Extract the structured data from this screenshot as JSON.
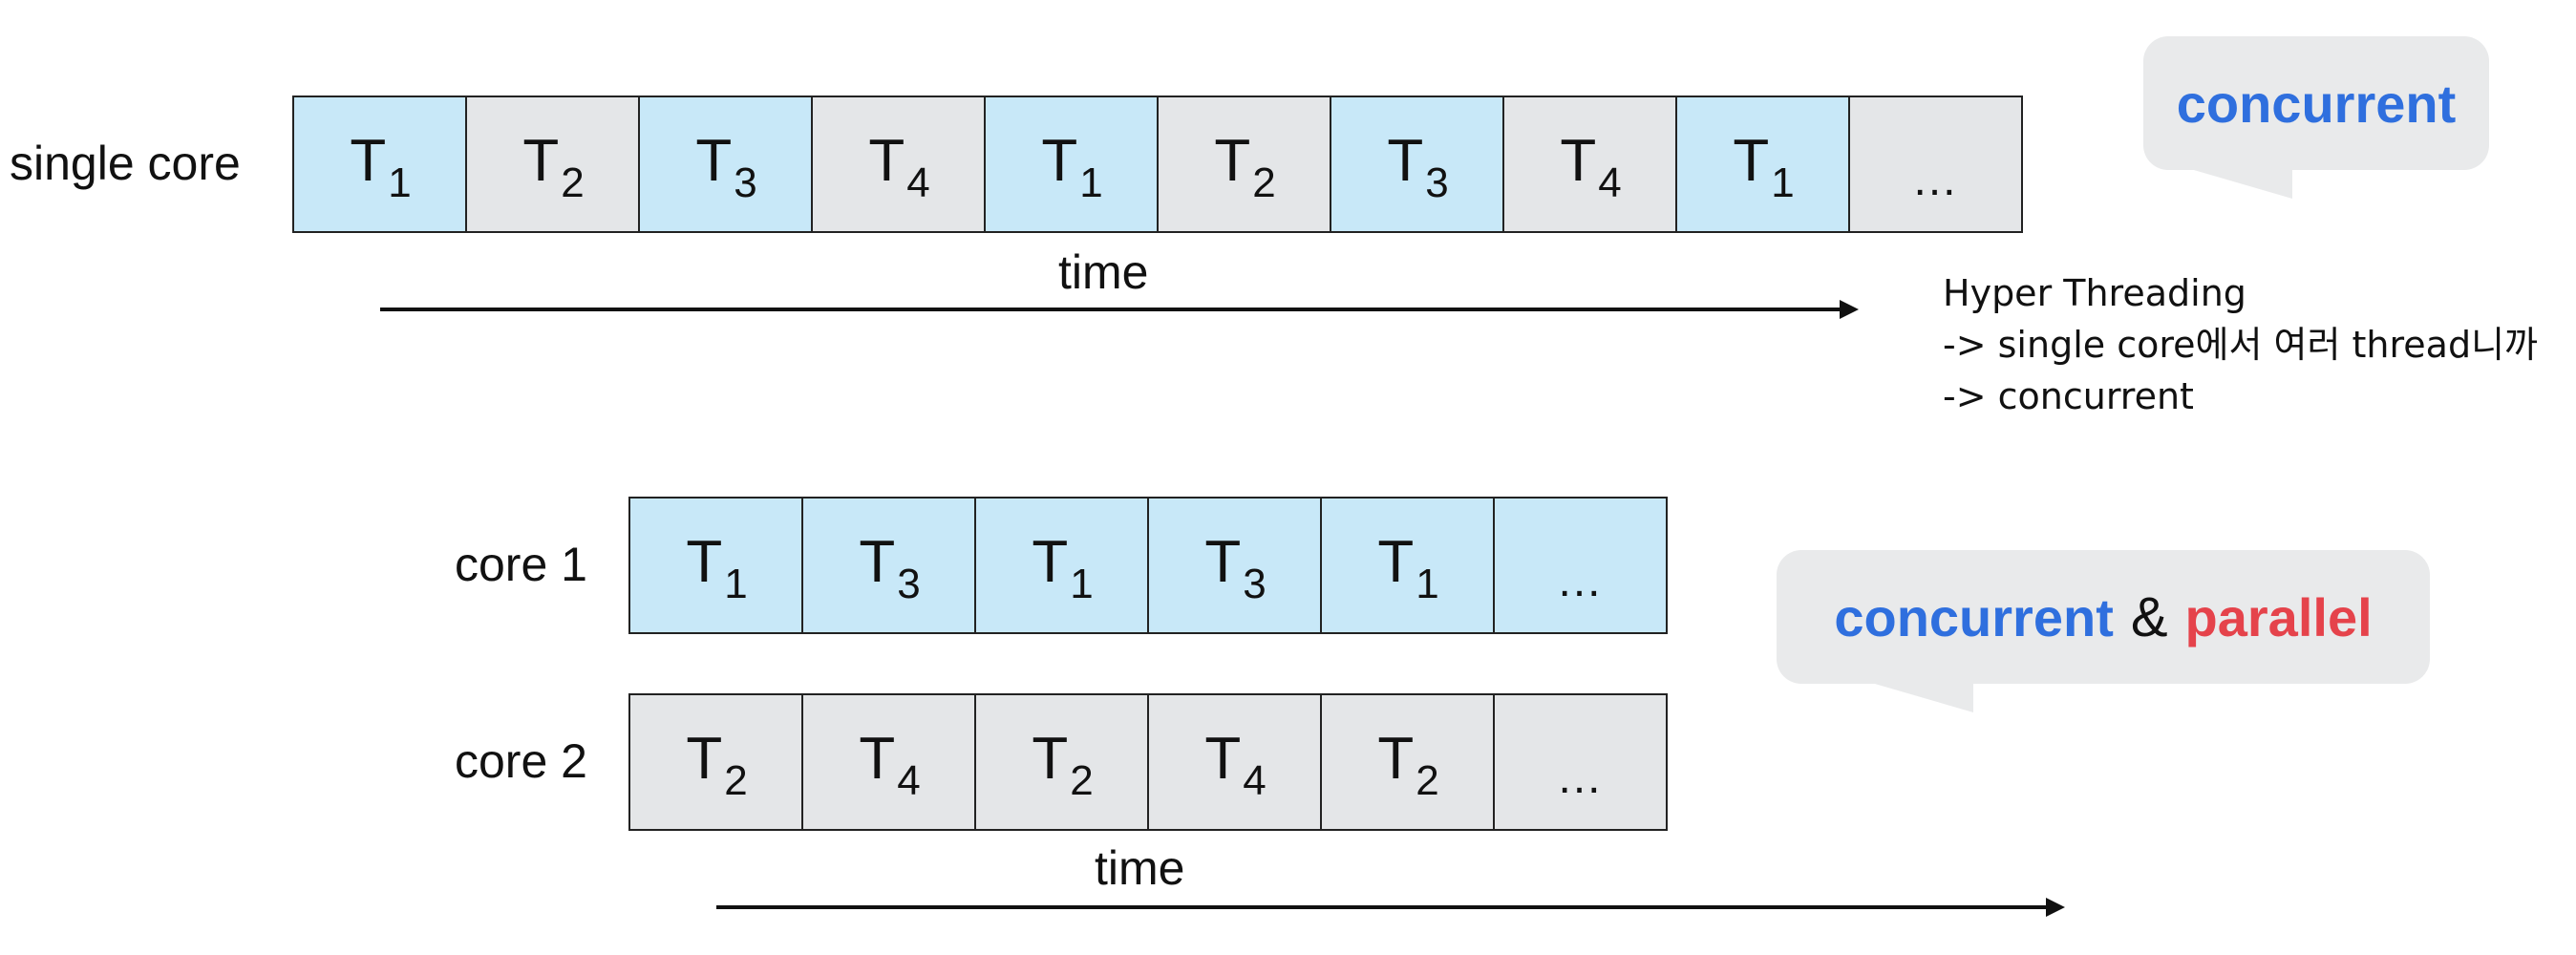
{
  "single_core": {
    "label": "single core",
    "tasks": [
      {
        "base": "T",
        "sub": "1",
        "color": "blue"
      },
      {
        "base": "T",
        "sub": "2",
        "color": "gray"
      },
      {
        "base": "T",
        "sub": "3",
        "color": "blue"
      },
      {
        "base": "T",
        "sub": "4",
        "color": "gray"
      },
      {
        "base": "T",
        "sub": "1",
        "color": "blue"
      },
      {
        "base": "T",
        "sub": "2",
        "color": "gray"
      },
      {
        "base": "T",
        "sub": "3",
        "color": "blue"
      },
      {
        "base": "T",
        "sub": "4",
        "color": "gray"
      },
      {
        "base": "T",
        "sub": "1",
        "color": "blue"
      },
      {
        "base": "...",
        "sub": "",
        "color": "gray"
      }
    ],
    "time_label": "time"
  },
  "multi_core": {
    "cores": [
      {
        "label": "core 1",
        "tasks": [
          {
            "base": "T",
            "sub": "1",
            "color": "blue"
          },
          {
            "base": "T",
            "sub": "3",
            "color": "blue"
          },
          {
            "base": "T",
            "sub": "1",
            "color": "blue"
          },
          {
            "base": "T",
            "sub": "3",
            "color": "blue"
          },
          {
            "base": "T",
            "sub": "1",
            "color": "blue"
          },
          {
            "base": "...",
            "sub": "",
            "color": "blue"
          }
        ]
      },
      {
        "label": "core 2",
        "tasks": [
          {
            "base": "T",
            "sub": "2",
            "color": "gray"
          },
          {
            "base": "T",
            "sub": "4",
            "color": "gray"
          },
          {
            "base": "T",
            "sub": "2",
            "color": "gray"
          },
          {
            "base": "T",
            "sub": "4",
            "color": "gray"
          },
          {
            "base": "T",
            "sub": "2",
            "color": "gray"
          },
          {
            "base": "...",
            "sub": "",
            "color": "gray"
          }
        ]
      }
    ],
    "time_label": "time"
  },
  "bubbles": {
    "top": {
      "text": "concurrent"
    },
    "bottom": {
      "concurrent": "concurrent",
      "amp": "&",
      "parallel": "parallel"
    }
  },
  "note": {
    "lines": [
      "Hyper Threading",
      "-> single core에서 여러 thread니까",
      "-> concurrent"
    ]
  },
  "colors": {
    "blue_cell": "#c8e8f8",
    "gray_cell": "#e4e6e8",
    "concurrent_text": "#2f6fde",
    "parallel_text": "#e5434b",
    "bubble_bg": "#e9eaeb"
  }
}
